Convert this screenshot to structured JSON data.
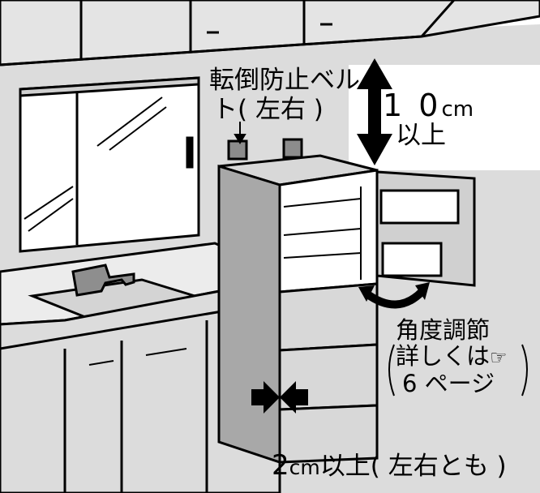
{
  "labels": {
    "belt_line1": "転倒防止ベル",
    "belt_line2": "ト( 左右 )",
    "clearance_top_value": "1 0",
    "clearance_top_unit": "cm",
    "clearance_top_suffix": "以上",
    "angle_title": "角度調節",
    "angle_detail_text": "詳しくは",
    "angle_detail_icon": "pointing-hand-icon",
    "angle_detail_page": "6 ページ",
    "clearance_side_value": "2",
    "clearance_side_unit": "cm",
    "clearance_side_suffix": "以上( 左右とも )"
  },
  "colors": {
    "line": "#000000",
    "background": "#ffffff",
    "wall_shade": "#dcdcdc",
    "fridge_gray": "#a8a8a8",
    "fridge_light": "#d0d0d0",
    "fridge_dark": "#6e6e6e"
  }
}
